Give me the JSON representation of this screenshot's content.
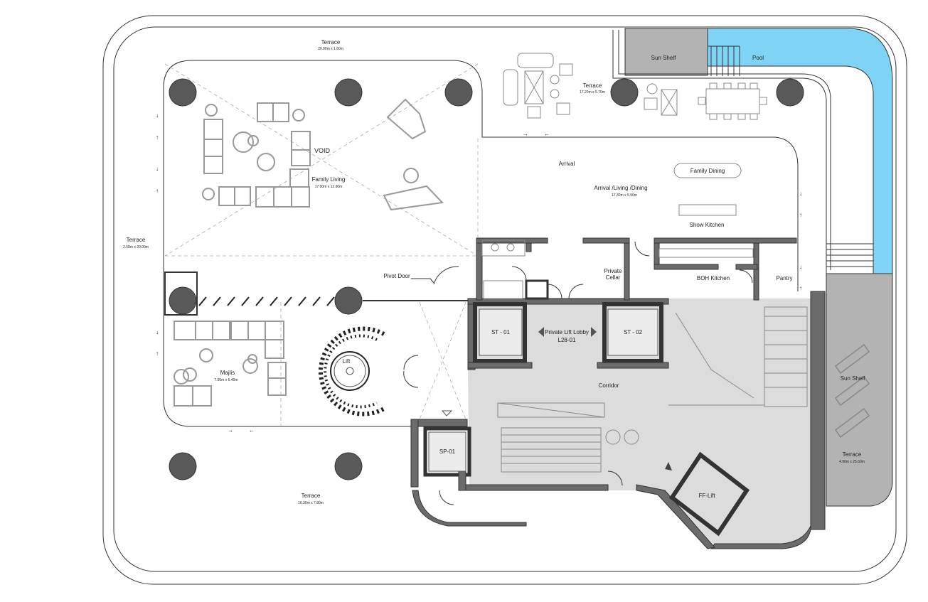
{
  "labels": {
    "terrace_top": "Terrace",
    "terrace_top_dim": "20.00m x 1.60m",
    "terrace_left": "Terrace",
    "terrace_left_dim": "2.50m x 20.00m",
    "terrace_bottom": "Terrace",
    "terrace_bottom_dim": "16.30m x 7.80m",
    "terrace_mid": "Terrace",
    "terrace_mid_dim": "17.20m x 5.70m",
    "terrace_right": "Terrace",
    "terrace_right_dim": "4.90m x 25.60m",
    "sun_shelf_top": "Sun Shelf",
    "pool": "Pool",
    "sun_shelf_right": "Sun Shelf",
    "void": "VOID",
    "family_living": "Family Living",
    "family_living_dim": "17.00m x 12.90m",
    "arrival": "Arrival",
    "arrival_living_dining": "Arrival /Living /Dining",
    "arrival_living_dining_dim": "17.30m x 5.50m",
    "family_dining": "Family Dining",
    "show_kitchen": "Show Kitchen",
    "private_cellar_1": "Private",
    "private_cellar_2": "Cellar",
    "boh_kitchen": "BOH Kitchen",
    "pantry": "Pantry",
    "pivot_door": "Pivot Door",
    "st01": "ST - 01",
    "st02": "ST - 02",
    "private_lift_lobby_1": "Private Lift Lobby",
    "private_lift_lobby_2": "L28-01",
    "corridor": "Corridor",
    "majlis": "Majlis",
    "majlis_dim": "7.50m x 6.40m",
    "lift": "Lift",
    "sp01": "SP-01",
    "ff_lift": "FF-Lift"
  },
  "colors": {
    "pool": "#7fd3f5",
    "sun_shelf": "#b3b3b3",
    "service_core": "#dcdcdc",
    "wall": "#6b6b6b",
    "column": "#595959"
  }
}
